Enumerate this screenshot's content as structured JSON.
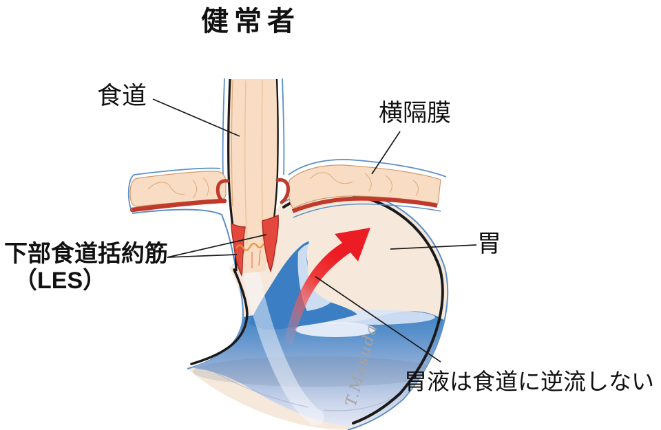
{
  "title": "健常者",
  "labels": {
    "esophagus": "食道",
    "diaphragm": "横隔膜",
    "les_line1": "下部食道括約筋",
    "les_line2": "（LES）",
    "stomach": "胃",
    "caption": "胃液は食道に逆流しない"
  },
  "signature": "T.Masuda",
  "colors": {
    "tissue_peach": "#f8dcc3",
    "stomach_cream": "#f6e9dc",
    "muscle_red": "#c0392b",
    "les_red": "#e4473c",
    "outline_black": "#1a1a1a",
    "outline_blue": "#5b8fc9",
    "liquid_blue": "#3f80c2",
    "liquid_light": "#e7ebf5",
    "arrow_red": "#ec1c24",
    "zline_orange": "#e8923e",
    "signature_gray": "#a9a2a0"
  }
}
